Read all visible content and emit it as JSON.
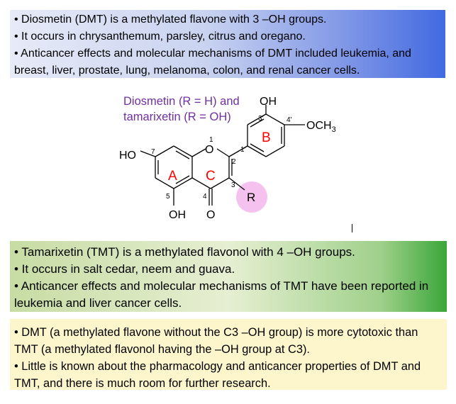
{
  "dmt_box": {
    "lines": [
      "• Diosmetin (DMT) is a methylated flavone with 3 –OH groups.",
      "• It occurs in chrysanthemum, parsley, citrus and oregano.",
      "• Anticancer effects and molecular mechanisms of DMT included leukemia, and breast, liver, prostate, lung, melanoma, colon, and renal cancer cells."
    ],
    "color": "#4169e1"
  },
  "structure": {
    "caption_line1": "Diosmetin (R = H) and",
    "caption_line2": "tamarixetin (R = OH)",
    "caption_color": "#7030a0",
    "ring_a": "A",
    "ring_b": "B",
    "ring_c": "C",
    "ring_label_color": "#ff0000",
    "r_group": "R",
    "r_highlight_color": "#f5c2ef",
    "ho_label": "HO",
    "oh_top": "OH",
    "och3_main": "OCH",
    "och3_sub": "3",
    "oh_bottom": "OH",
    "o_carbonyl": "O",
    "o_ring": "O",
    "positions": {
      "p1": "1",
      "p2": "2",
      "p3": "3",
      "p4": "4",
      "p5": "5",
      "p7": "7",
      "p1p": "1'",
      "p3p": "3'",
      "p4p": "4'"
    }
  },
  "tmt_box": {
    "lines": [
      "• Tamarixetin (TMT) is a methylated flavonol with 4 –OH groups.",
      "• It occurs in salt cedar, neem and guava.",
      "• Anticancer effects and molecular mechanisms of TMT have been reported in leukemia and liver cancer cells."
    ],
    "color": "#3aa63a"
  },
  "compare_box": {
    "lines": [
      "• DMT (a methylated flavone without the C3 –OH group) is more cytotoxic than TMT (a methylated flavonol having the –OH group at C3).",
      "• Little is known about the pharmacology and anticancer properties of DMT and TMT, and there is much room for further research."
    ],
    "color": "#fdf6cc"
  }
}
